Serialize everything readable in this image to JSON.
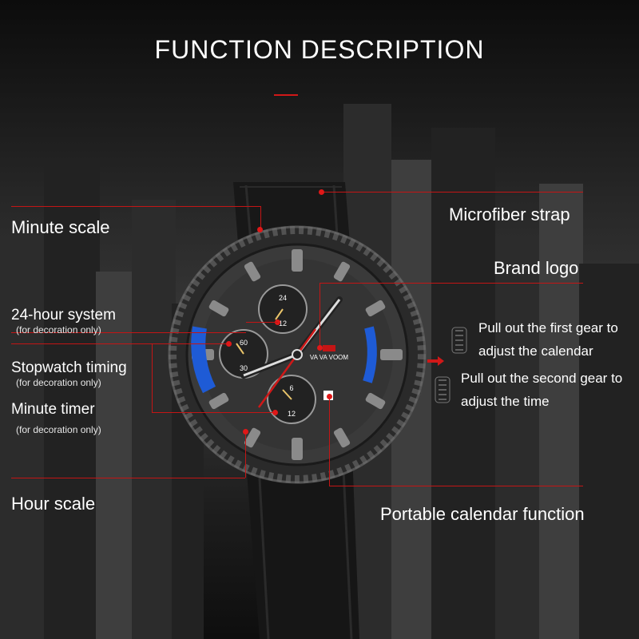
{
  "title": "FUNCTION DESCRIPTION",
  "brand": "VA VA VOOM",
  "labels": {
    "minute_scale": "Minute scale",
    "hour_system": "24-hour system",
    "hour_system_note": "(for decoration only)",
    "stopwatch": "Stopwatch timing",
    "stopwatch_note": "(for decoration only)",
    "minute_timer": "Minute timer",
    "minute_timer_note": "(for decoration only)",
    "hour_scale": "Hour scale",
    "strap": "Microfiber strap",
    "brand_logo": "Brand logo",
    "gear1_line1": "Pull out the first gear to",
    "gear1_line2": "adjust the calendar",
    "gear2_line1": "Pull out the second gear to",
    "gear2_line2": "adjust the time",
    "calendar": "Portable calendar function"
  },
  "subdial_numbers": {
    "top": [
      "24",
      "12"
    ],
    "left": [
      "60",
      "30"
    ],
    "bottom": [
      "6",
      "12"
    ]
  },
  "colors": {
    "accent": "#d01818",
    "dial": "#3a3a3a",
    "blue": "#1e5bd6"
  }
}
